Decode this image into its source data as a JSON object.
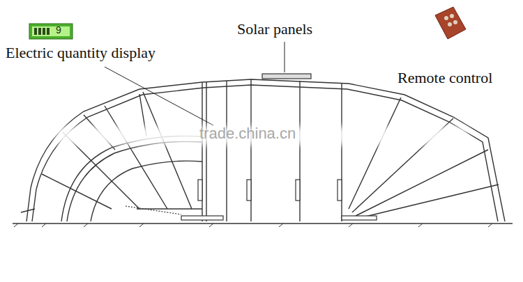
{
  "diagram": {
    "labels": [
      "Solar panels",
      "Electric quantity display",
      "Remote control",
      "trade.china.cn",
      "9"
    ]
  }
}
